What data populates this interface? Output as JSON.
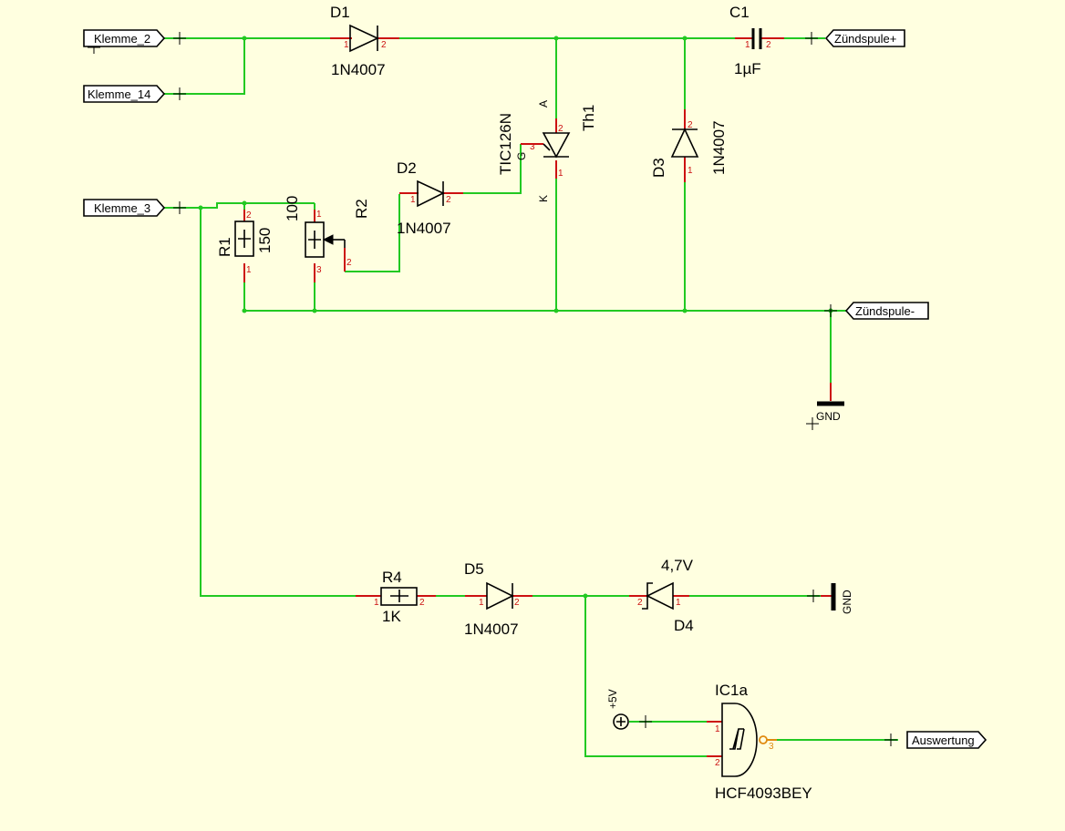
{
  "connectors": {
    "klemme2": "Klemme_2",
    "klemme14": "Klemme_14",
    "klemme3": "Klemme_3",
    "zuendspule_plus": "Zündspule+",
    "zuendspule_minus": "Zündspule-",
    "auswertung": "Auswertung"
  },
  "components": {
    "d1": {
      "ref": "D1",
      "value": "1N4007"
    },
    "d2": {
      "ref": "D2",
      "value": "1N4007"
    },
    "d3": {
      "ref": "D3",
      "value": "1N4007"
    },
    "d4": {
      "ref": "D4",
      "value": "4,7V"
    },
    "d5": {
      "ref": "D5",
      "value": "1N4007"
    },
    "c1": {
      "ref": "C1",
      "value": "1µF"
    },
    "r1": {
      "ref": "R1",
      "value": "150"
    },
    "r2": {
      "ref": "R2",
      "value": "100"
    },
    "r4": {
      "ref": "R4",
      "value": "1K"
    },
    "th1": {
      "ref": "Th1",
      "value": "TIC126N",
      "anode": "A",
      "cathode": "K",
      "gate": "G"
    },
    "ic1a": {
      "ref": "IC1a",
      "value": "HCF4093BEY"
    }
  },
  "power": {
    "gnd1": "GND",
    "gnd2": "GND",
    "vcc": "+5V"
  },
  "pins": {
    "one": "1",
    "two": "2",
    "three": "3"
  }
}
